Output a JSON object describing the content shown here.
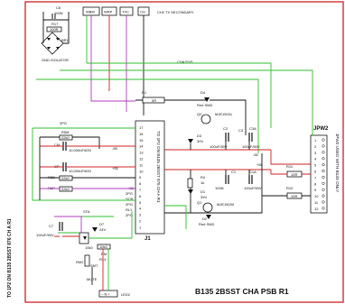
{
  "board": {
    "title": "B135 2BSST CHA PSB R1",
    "side_text": "TO 1P2 ON B135 2BSST 876 CH A R1",
    "side_text_left": "TO 1P2 ON B135 2BSST 876 CH A R1"
  },
  "top_connectors": {
    "wbm": "WBM",
    "wrp": "WRP",
    "txc": "TXC",
    "ch": "CH",
    "secondary": "CH2 TX SECONDARY"
  },
  "labels": {
    "chassis": "CHASSIS",
    "gnd_isolator": "GND ISOLATOR",
    "pg2": "2PG",
    "jpw2": "JPW2",
    "j1": "J1",
    "jpw2_note": "JPW2 USED WITH B13S ONLY",
    "mute": "MUTE",
    "led2": "LED2"
  },
  "components": {
    "c6": {
      "ref": "C6",
      "val": "100N"
    },
    "r17": {
      "ref": "R17",
      "val": "100R"
    },
    "br1": {
      "ref": "BR1"
    },
    "rj": {
      "ref": "RJ",
      "val": "0R"
    },
    "d4": {
      "ref": "D4",
      "val": "Red SMD"
    },
    "q2": {
      "ref": "Q2",
      "val": "MJE15031"
    },
    "d3": {
      "ref": "D3",
      "val": "39V"
    },
    "c2": {
      "ref": "C2",
      "val": "100uF/50V"
    },
    "c3": {
      "ref": "C3",
      "val": "100N"
    },
    "c3a": {
      "ref": "C3A",
      "val": "100uF/50V"
    },
    "r5m": {
      "ref": "R5M",
      "val": "22k0"
    },
    "cm": {
      "ref": "CM",
      "val": "10,000uF/63V"
    },
    "cp": {
      "ref": "CP",
      "val": "10,000uF/63V"
    },
    "r6b": {
      "ref": "R6B",
      "val": "22k0"
    },
    "r6p": {
      "ref": "R6P",
      "val": "22k0"
    },
    "r4": {
      "ref": "R4",
      "val": "1k"
    },
    "d1": {
      "ref": "D1",
      "val": "39V"
    },
    "c1": {
      "ref": "C1",
      "val": "100N"
    },
    "c1a": {
      "ref": "C1A",
      "val": "100uF/50V"
    },
    "q1": {
      "ref": "Q1",
      "val": "MJE15030"
    },
    "d2": {
      "ref": "D2",
      "val": "Red SMD"
    },
    "r11": {
      "ref": "R11",
      "val": "10R"
    },
    "r10": {
      "ref": "R10",
      "val": "10R"
    },
    "d7": {
      "ref": "D7",
      "val": "24V"
    },
    "c7": {
      "ref": "C7",
      "val": "100uF/50V"
    },
    "r15a": {
      "ref": "R15A",
      "val": "10k0"
    },
    "rm": {
      "ref": "RM",
      "val": "10k0"
    },
    "r14": {
      "ref": "R14",
      "val": "100R"
    },
    "rm2": {
      "ref": "RM2",
      "val": "1k"
    },
    "d8": {
      "ref": "D8",
      "val": "SMT"
    },
    "sta": {
      "ref": "STA"
    }
  },
  "j1_pins": [
    "17",
    "16",
    "15",
    "14",
    "13",
    "12",
    "11",
    "10",
    "9",
    "8",
    "7",
    "6",
    "5",
    "4",
    "3",
    "2",
    "1"
  ],
  "j1_signals": [
    {
      "label": "-55",
      "pin": "13"
    },
    {
      "label": "+55",
      "pin": "9"
    },
    {
      "label": "+33",
      "pin": "6"
    },
    {
      "label": "2PG",
      "pin": "5"
    },
    {
      "label": "SCR",
      "pin": "4"
    },
    {
      "label": "2PG",
      "pin": "3"
    },
    {
      "label": "RLY",
      "pin": "2"
    },
    {
      "label": "2PG",
      "pin": "1"
    }
  ],
  "jpw2_pins": [
    "1",
    "2",
    "3",
    "4",
    "5",
    "6",
    "7",
    "8",
    "9",
    "10",
    "11",
    "12"
  ],
  "power_labels": {
    "plus55_right": "+55",
    "minus55_right": "-55"
  },
  "colors": {
    "frame": "#cc3333",
    "green_wire": "#2fbf2f",
    "red_wire": "#d02020",
    "purple_wire": "#b03ac0"
  }
}
